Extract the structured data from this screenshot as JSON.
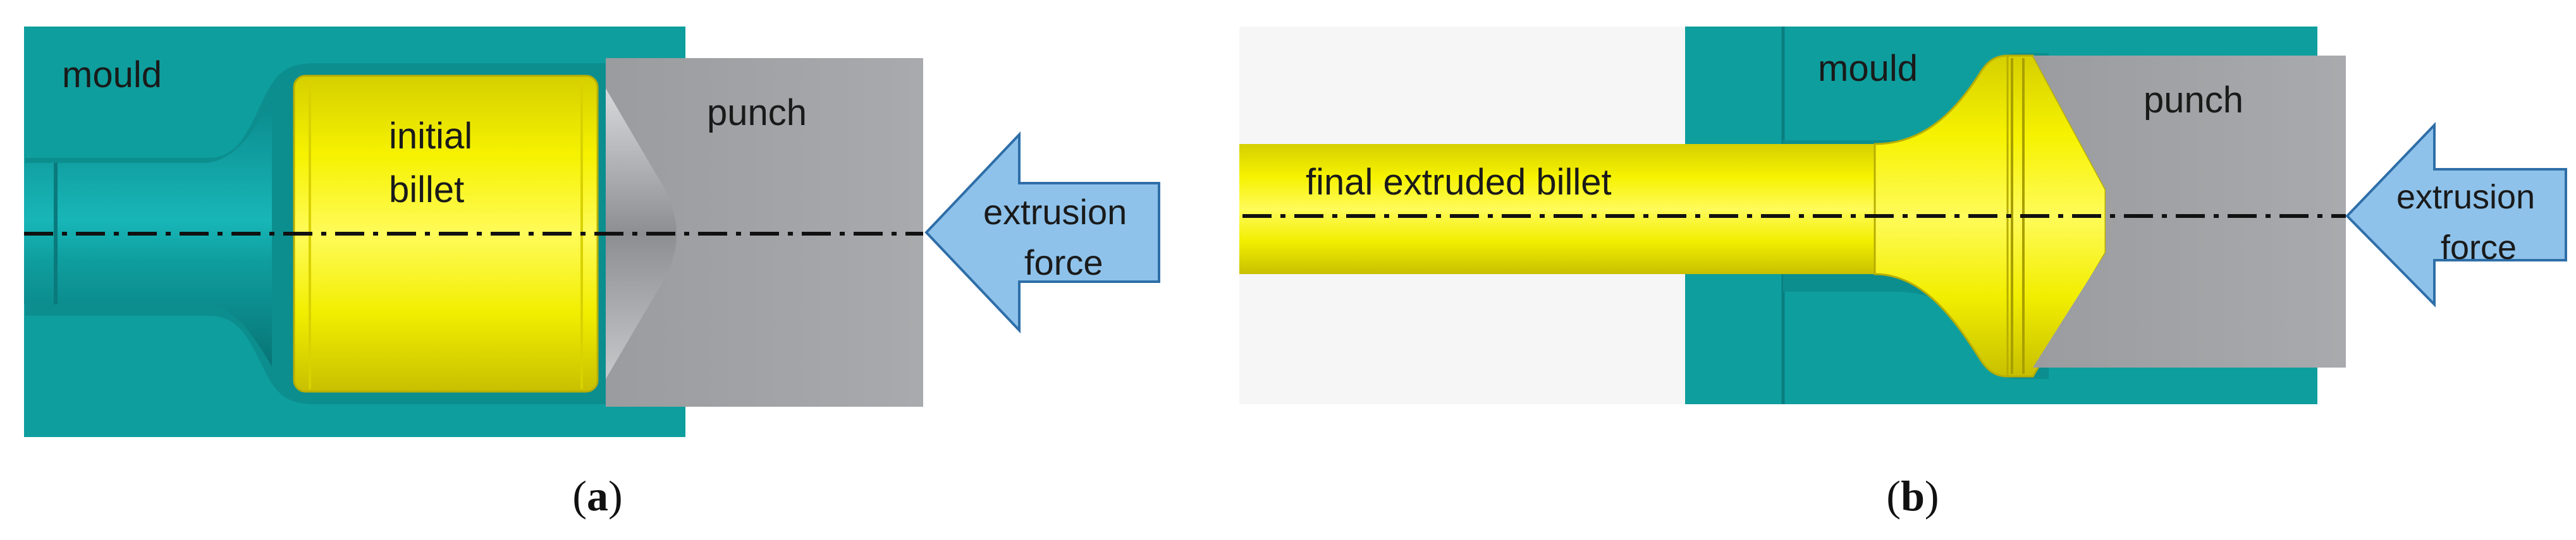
{
  "panel_a": {
    "mould_label": "mould",
    "billet_label_line1": "initial",
    "billet_label_line2": "billet",
    "punch_label": "punch",
    "force_label_line1": "extrusion",
    "force_label_line2": "force",
    "caption_letter": "a"
  },
  "panel_b": {
    "mould_label": "mould",
    "billet_label": "final extruded billet",
    "punch_label": "punch",
    "force_label_line1": "extrusion",
    "force_label_line2": "force",
    "caption_letter": "b"
  },
  "colors": {
    "mould": "#0f9e9e",
    "mould_dark": "#0a7f80",
    "billet": "#f2ee00",
    "punch": "#a3a5a8",
    "arrow": "#8ec2ea",
    "arrow_stroke": "#2e6ea8"
  }
}
